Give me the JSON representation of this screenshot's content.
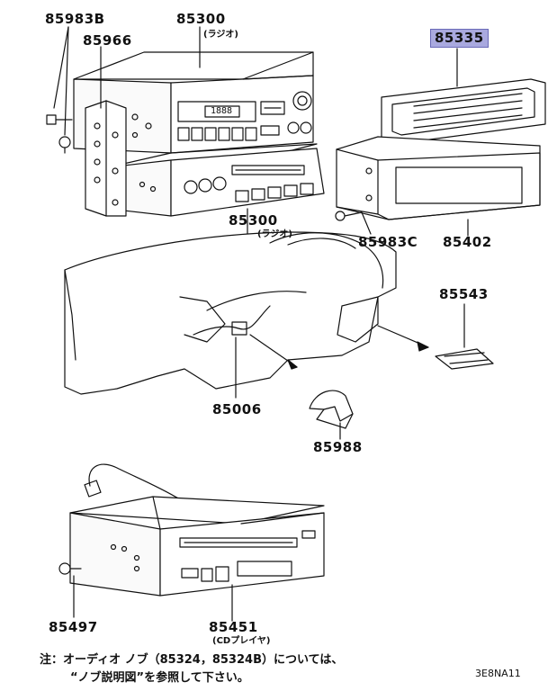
{
  "labels": {
    "p85983b": "85983B",
    "p85966": "85966",
    "p85300_top": "85300",
    "radio_top": "(ラジオ)",
    "p85335": "85335",
    "p85300_bottom": "85300",
    "radio_bottom": "(ラジオ)",
    "p85983c": "85983C",
    "p85402": "85402",
    "p85543": "85543",
    "p85006": "85006",
    "p85988": "85988",
    "p85497": "85497",
    "p85451": "85451",
    "cd_player": "(CDプレイヤ)"
  },
  "radio_display": "1888",
  "note": {
    "line1": "注：オーディオ ノブ（85324，85324B）については、",
    "line2": "“ノブ説明図”を参照して下さい。"
  },
  "diagram_code": "3E8NA11",
  "colors": {
    "highlight": "#a9a9df",
    "ink": "#111111"
  }
}
